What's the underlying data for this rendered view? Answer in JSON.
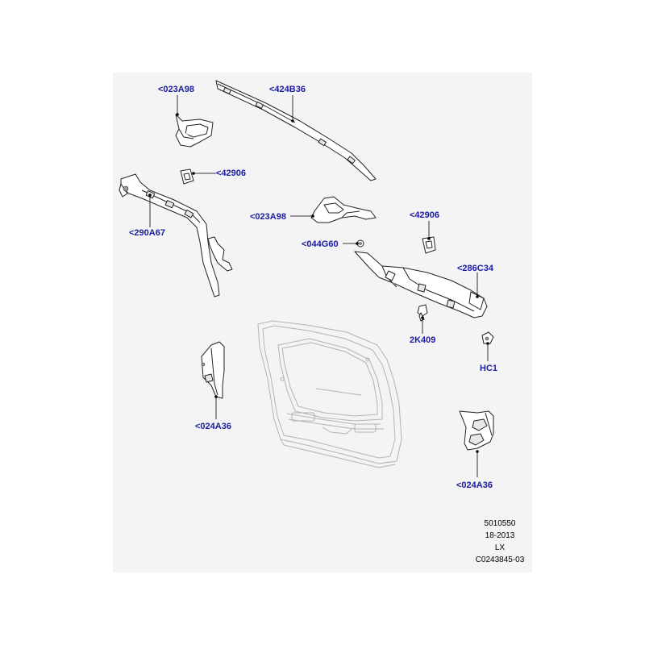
{
  "callouts": {
    "c023a98_top": "<023A98",
    "c424b36": "<424B36",
    "c42906_left": "<42906",
    "c290a67": "<290A67",
    "c023a98_mid": "<023A98",
    "c42906_right": "<42906",
    "c044g60": "<044G60",
    "c286c34": "<286C34",
    "c2k409": "2K409",
    "chc1": "HC1",
    "c024a36_left": "<024A36",
    "c024a36_right": "<024A36"
  },
  "footer": {
    "line1": "5010550",
    "line2": "18-2013",
    "line3": "LX",
    "line4": "C0243845-03"
  },
  "colors": {
    "background": "#f4f4f4",
    "callout": "#1a1aa6",
    "part_stroke": "#222222",
    "tailgate_stroke": "#b3b3b3"
  }
}
